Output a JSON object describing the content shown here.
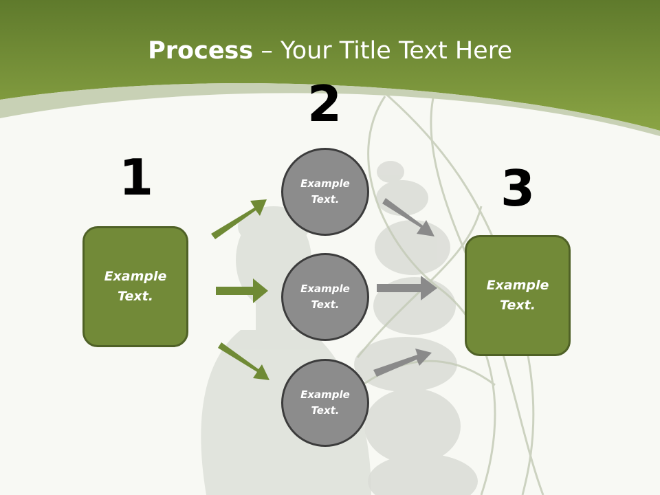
{
  "title": {
    "bold": "Process",
    "rest": " – Your Title Text Here"
  },
  "steps": [
    {
      "number": "1",
      "label": "Example Text."
    },
    {
      "number": "2",
      "label": "Example Text."
    },
    {
      "number": "3",
      "label": "Example Text."
    }
  ],
  "middle_circles": [
    {
      "label": "Example Text."
    },
    {
      "label": "Example Text."
    },
    {
      "label": "Example Text."
    }
  ],
  "colors": {
    "header_green": "#7b9838",
    "box_green": "#728a38",
    "circle_gray": "#8c8c8c",
    "arrow_gray": "#8a8a8a"
  }
}
